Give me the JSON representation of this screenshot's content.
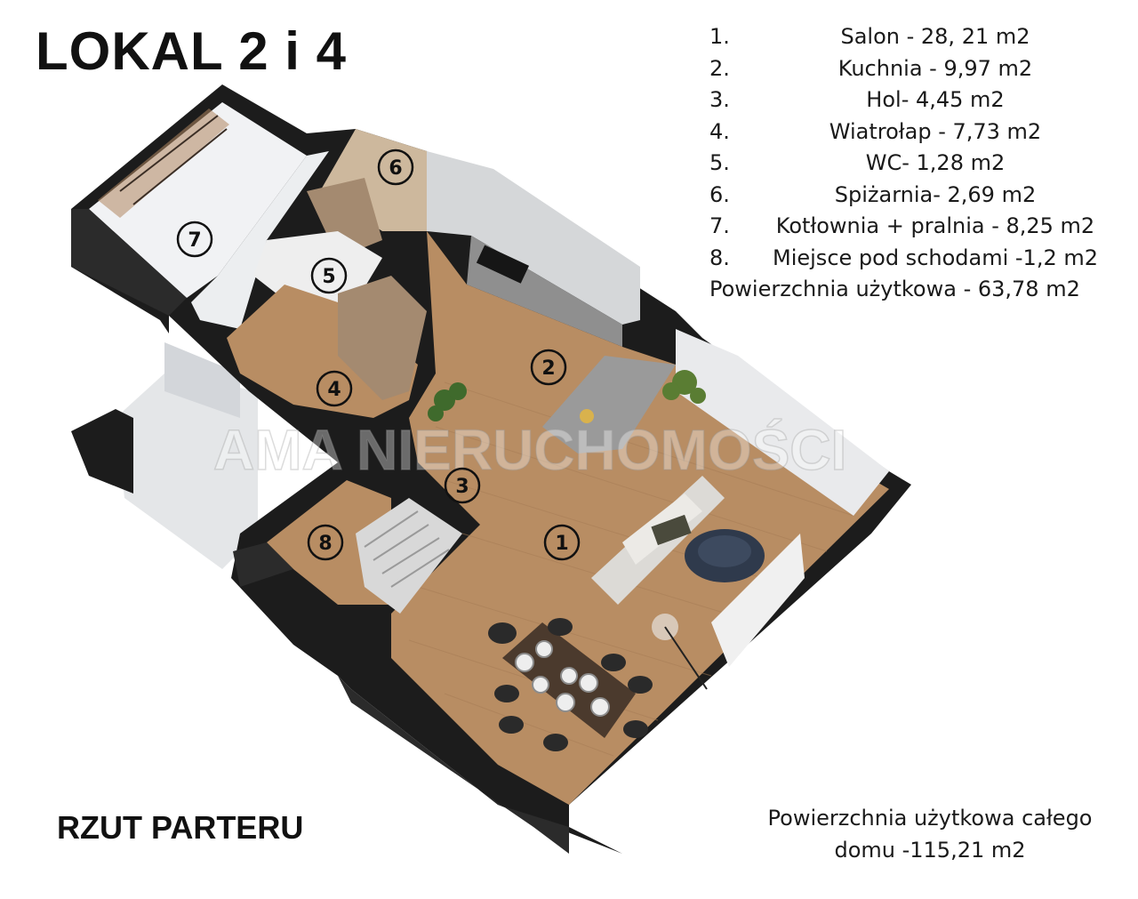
{
  "title": "LOKAL 2 i 4",
  "subtitle": "RZUT PARTERU",
  "watermark": "AMA NIERUCHOMOŚCI",
  "rooms": [
    {
      "num": "1.",
      "label": "Salon - 28, 21 m2"
    },
    {
      "num": "2.",
      "label": "Kuchnia - 9,97 m2"
    },
    {
      "num": "3.",
      "label": "Hol- 4,45 m2"
    },
    {
      "num": "4.",
      "label": "Wiatrołap - 7,73 m2"
    },
    {
      "num": "5.",
      "label": "WC- 1,28 m2"
    },
    {
      "num": "6.",
      "label": "Spiżarnia- 2,69 m2"
    },
    {
      "num": "7.",
      "label": "Kotłownia + pralnia - 8,25 m2"
    },
    {
      "num": "8.",
      "label": "Miejsce pod schodami -1,2 m2"
    }
  ],
  "usable_area": "Powierzchnia użytkowa - 63,78 m2",
  "house_total_line1": "Powierzchnia użytkowa całego",
  "house_total_line2": "domu -115,21 m2",
  "markers": [
    "1",
    "2",
    "3",
    "4",
    "5",
    "6",
    "7",
    "8"
  ],
  "colors": {
    "floor": "#b88d63",
    "wall": "#1c1c1c",
    "counter": "#9a9a9a",
    "cabinet": "#a48a70"
  }
}
